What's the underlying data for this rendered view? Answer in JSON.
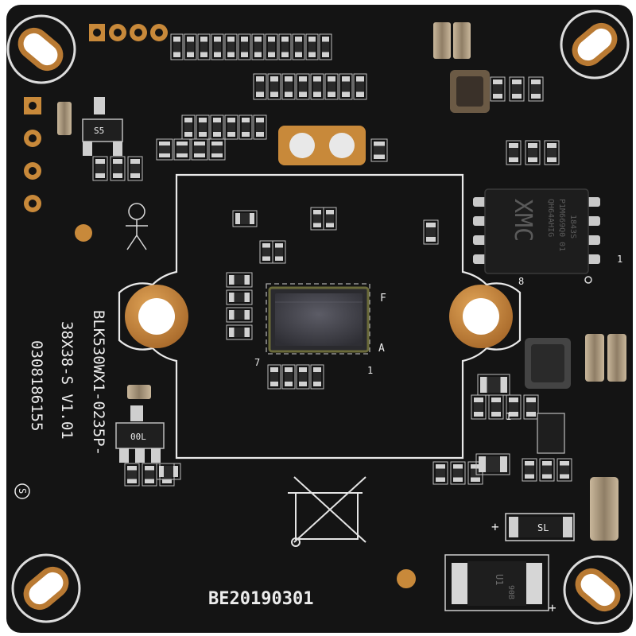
{
  "board": {
    "model_line1": "BLK530WX1-0235P-",
    "model_line2": "38X38-S V1.01",
    "serial": "0308186155",
    "circle_mark": "S",
    "date_code": "BE20190301"
  },
  "chips": {
    "flash_brand": "XMC",
    "flash_part": "QH64AHIG",
    "flash_lot": "P1M669Q0 01",
    "flash_date": "1843S",
    "transistor_mark": "S5",
    "regulator_mark": "00L",
    "diode_mark_a": "SL",
    "diode_mark_b": "U1",
    "diode_mark_c": "90B"
  },
  "silkscreen_marks": {
    "sensor_pin_f": "F",
    "sensor_pin_a": "A",
    "sensor_pin_7": "7",
    "sensor_pin_1": "1",
    "flash_pin_8": "8",
    "flash_pin_1": "1",
    "reg_pin_1": "1",
    "plus_a": "+",
    "plus_b": "+"
  },
  "colors": {
    "pcb": "#141414",
    "silk": "#e9e9e9",
    "copper": "#c8893a",
    "sensor": "#4a4a52"
  }
}
